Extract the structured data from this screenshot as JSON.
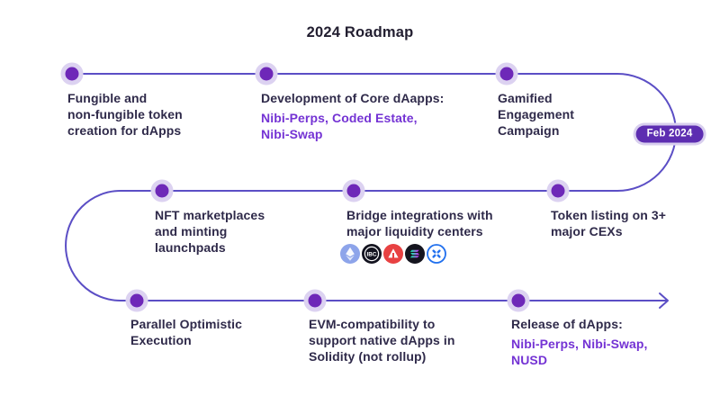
{
  "title": "2024 Roadmap",
  "badge": {
    "label": "Feb 2024"
  },
  "milestones": {
    "row1": [
      {
        "title": "Fungible and\nnon-fungible token\ncreation for dApps"
      },
      {
        "title": "Development of Core dAapps:",
        "subtitle": "Nibi-Perps, Coded Estate,\nNibi-Swap"
      },
      {
        "title": "Gamified\nEngagement\nCampaign"
      }
    ],
    "row2": [
      {
        "title": "NFT marketplaces\nand minting\nlaunchpads"
      },
      {
        "title": "Bridge integrations with\nmajor liquidity centers"
      },
      {
        "title": "Token listing on 3+\nmajor CEXs"
      }
    ],
    "row3": [
      {
        "title": "Parallel Optimistic\nExecution"
      },
      {
        "title": "EVM-compatibility to\nsupport native dApps in\nSolidity (not rollup)"
      },
      {
        "title": "Release of dApps:",
        "subtitle": "Nibi-Perps, Nibi-Swap,\nNUSD"
      }
    ]
  },
  "bridge_icons": {
    "ibc_label": "IBC",
    "names": [
      "ethereum-icon",
      "ibc-icon",
      "avalanche-icon",
      "solana-icon",
      "axelar-icon"
    ]
  },
  "colors": {
    "line": "#5b4ec5",
    "dot": "#6e28b8",
    "dot_halo": "#dcd2f1",
    "badge_fill": "#5d2db1",
    "badge_ring": "#d8cfee",
    "heading_text": "#2f2a4a",
    "accent_text": "#7433d4",
    "ethereum": "#8da4ea",
    "ibc": "#13131f",
    "avalanche": "#e84142",
    "solana": "#15151f",
    "axelar": "#2170ee"
  }
}
